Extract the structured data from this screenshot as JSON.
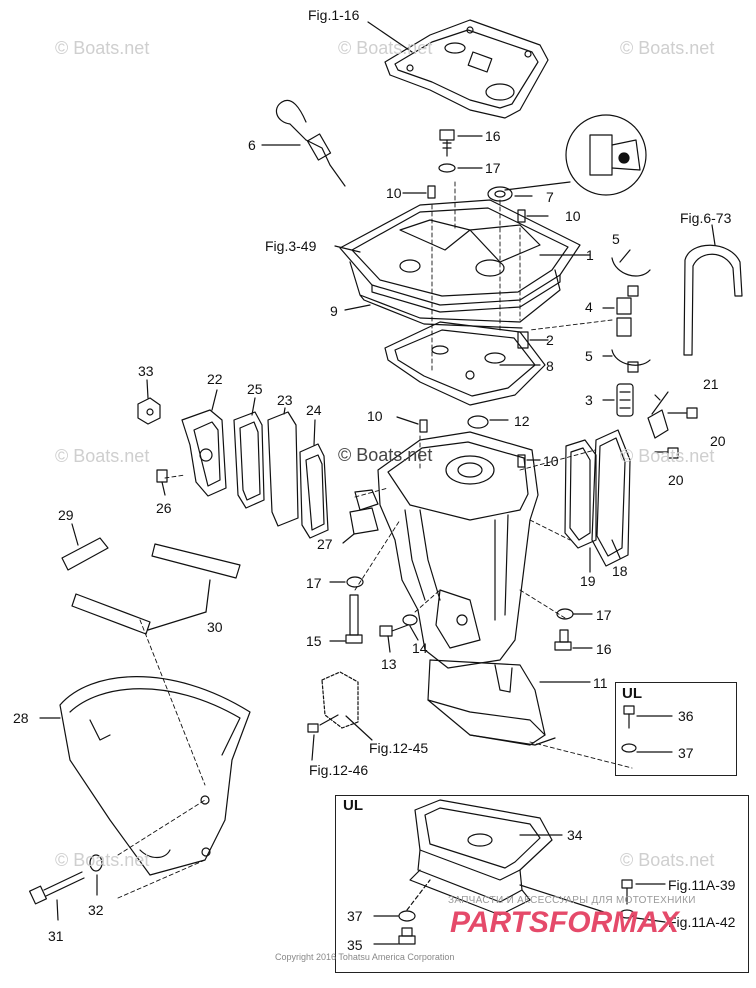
{
  "watermarks": [
    "© Boats.net",
    "© Boats.net",
    "© Boats.net",
    "© Boats.net",
    "© Boats.net",
    "© Boats.net",
    "© Boats.net",
    "© Boats.net"
  ],
  "callouts": {
    "fig1_16": "Fig.1-16",
    "p16a": "16",
    "p17a": "17",
    "p6": "6",
    "p7": "7",
    "p10a": "10",
    "p10b": "10",
    "fig3_49": "Fig.3-49",
    "p1": "1",
    "p5a": "5",
    "fig6_73": "Fig.6-73",
    "p9": "9",
    "p4": "4",
    "p2": "2",
    "p5b": "5",
    "p8": "8",
    "p33": "33",
    "p22": "22",
    "p25": "25",
    "p23": "23",
    "p24": "24",
    "p3": "3",
    "p21": "21",
    "p10c": "10",
    "p12": "12",
    "p20a": "20",
    "p10d": "10",
    "p20b": "20",
    "p26": "26",
    "p29": "29",
    "p27": "27",
    "p19": "19",
    "p18": "18",
    "p17b": "17",
    "p17c": "17",
    "p15": "15",
    "p14": "14",
    "p13": "13",
    "p16b": "16",
    "p30": "30",
    "p11": "11",
    "p28": "28",
    "p36": "36",
    "p37a": "37",
    "fig12_45": "Fig.12-45",
    "fig12_46": "Fig.12-46",
    "p34": "34",
    "fig11a_39": "Fig.11A-39",
    "p37b": "37",
    "fig11a_42": "Fig.11A-42",
    "p35": "35",
    "p31": "31",
    "p32": "32"
  },
  "inset_boxes": {
    "ul_small": "UL",
    "ul_large": "UL"
  },
  "copyright": "Copyright 2016 Tohatsu America Corporation",
  "brand": {
    "name": "PARTSFORMAX",
    "tagline": "ЗАПЧАСТИ И АКСЕССУАРЫ ДЛЯ МОТОТЕХНИКИ",
    "color": "#e54a6a"
  }
}
